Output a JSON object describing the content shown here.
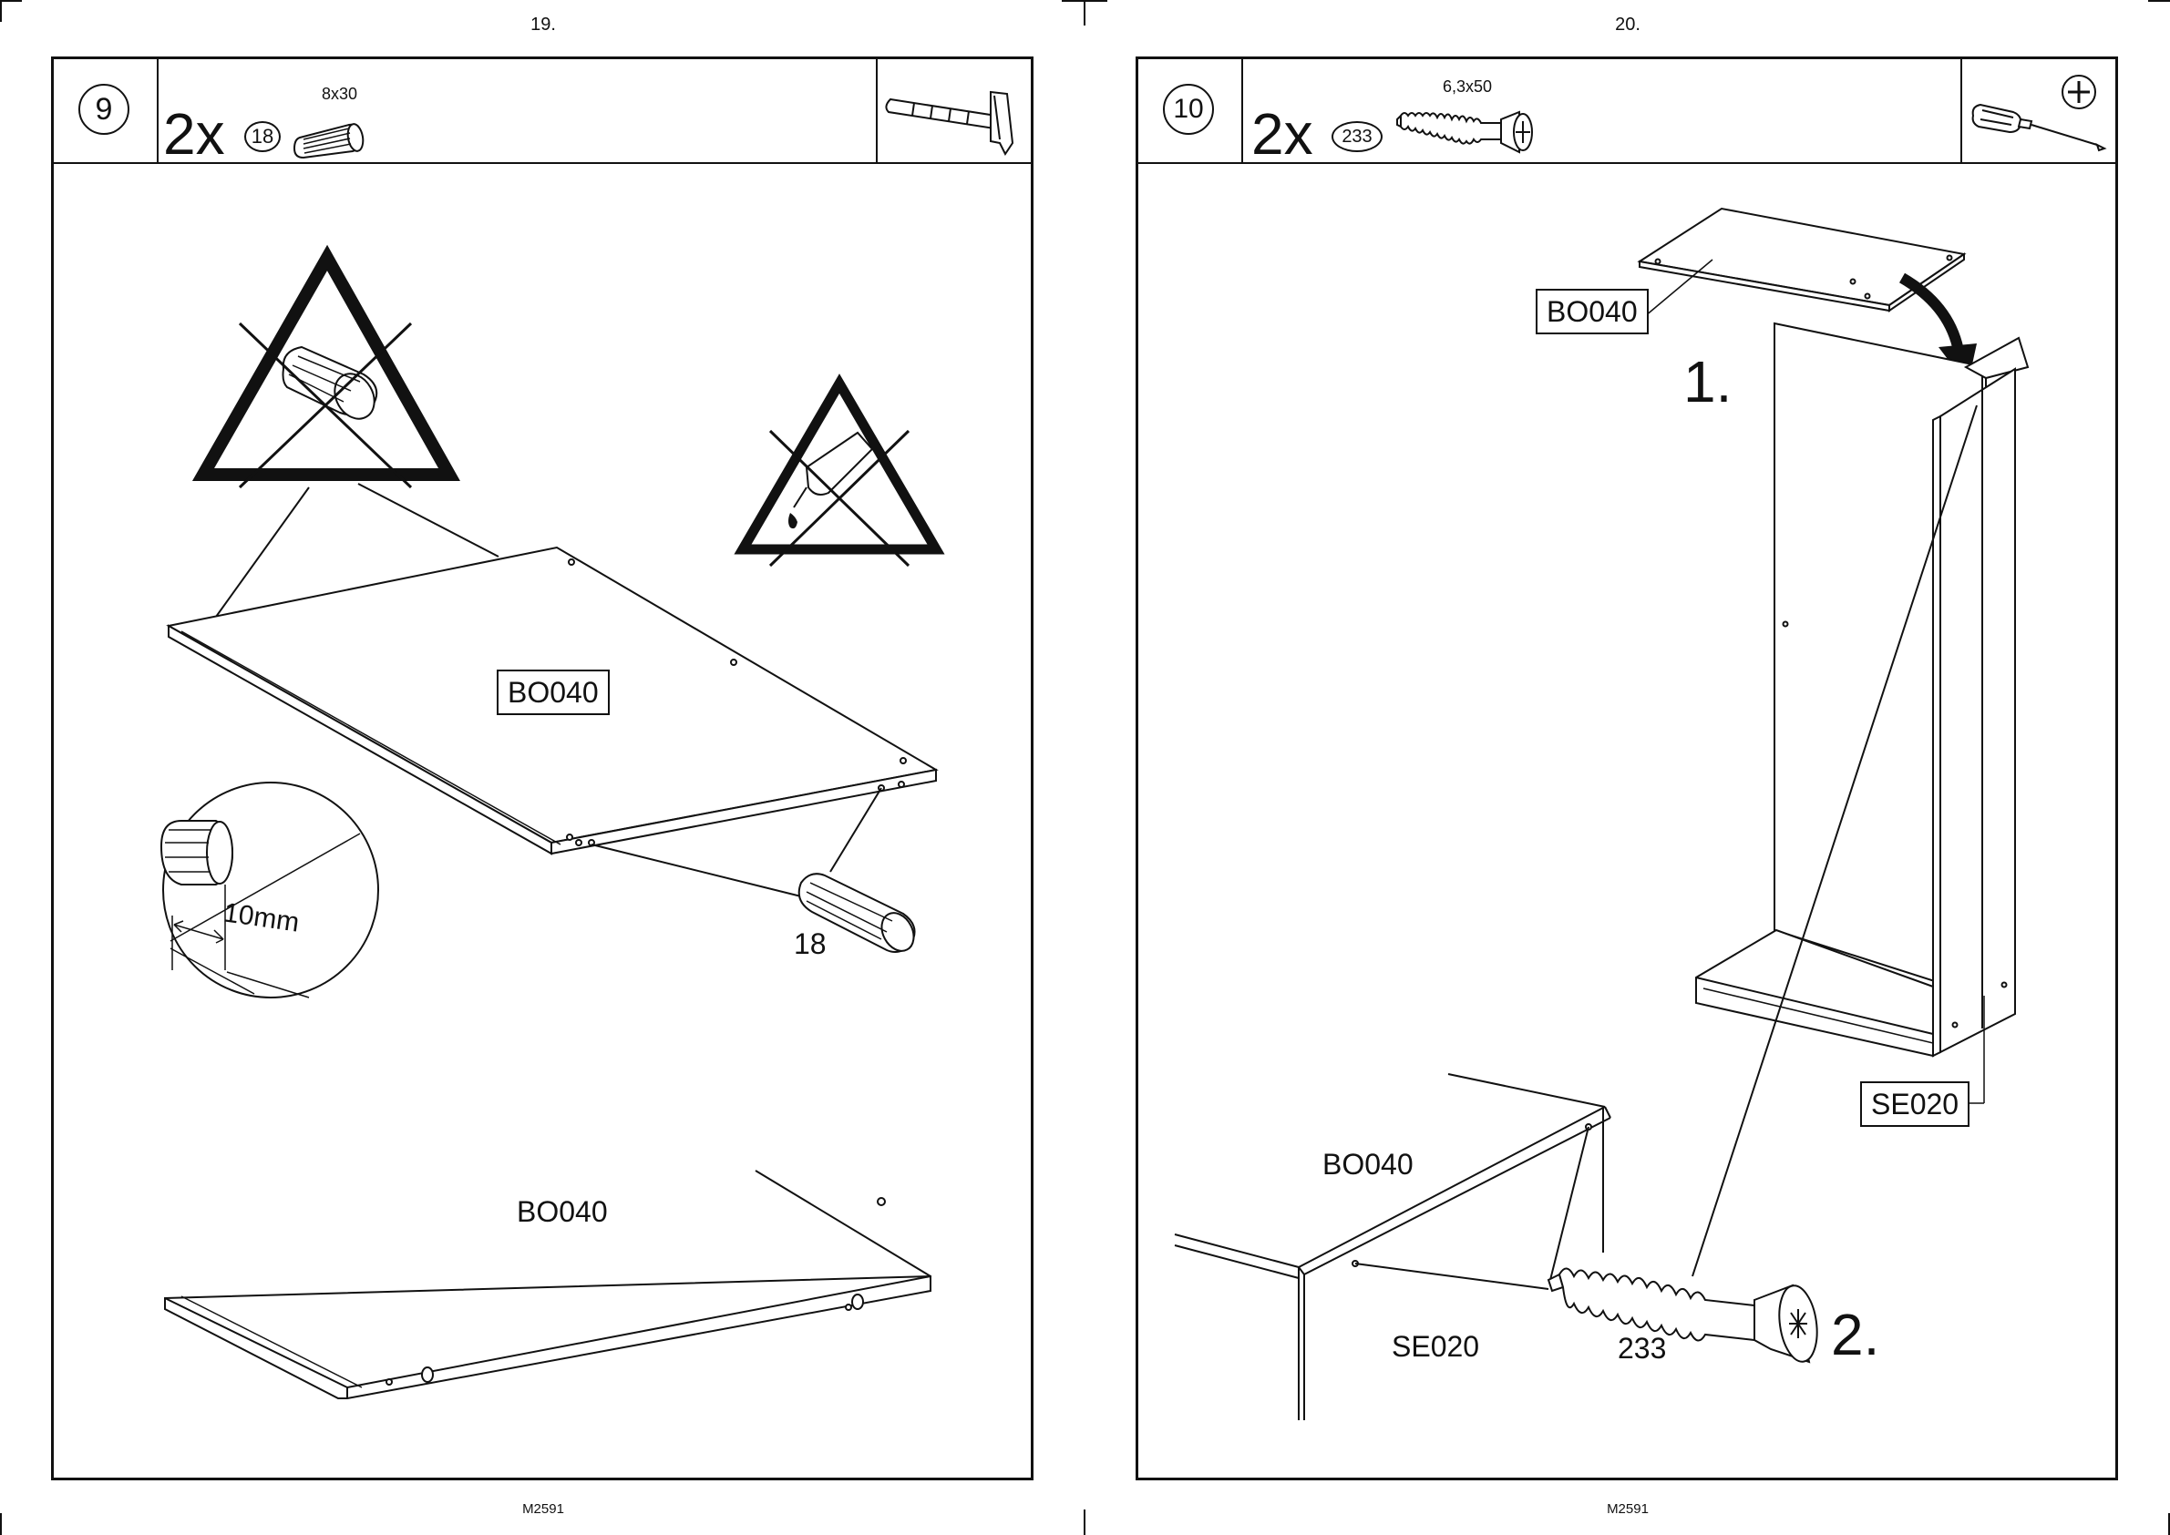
{
  "pages": [
    {
      "page_number": "19.",
      "footer": "M2591",
      "step": "9",
      "quantity": "2x",
      "part_number": "18",
      "part_size": "8x30",
      "tool_icon": "hammer-icon",
      "labels": {
        "board_top": "BO040",
        "board_bottom": "BO040",
        "dowel": "18",
        "measure": "10mm"
      },
      "warnings": [
        "no-dowel-warning-icon",
        "no-glue-warning-icon"
      ]
    },
    {
      "page_number": "20.",
      "footer": "M2591",
      "step": "10",
      "quantity": "2x",
      "part_number": "233",
      "part_size": "6,3x50",
      "tool_icon": "phillips-screwdriver-icon",
      "labels": {
        "top_panel": "BO040",
        "side_panel": "SE020",
        "detail_board": "BO040",
        "detail_side": "SE020",
        "screw": "233",
        "step_one": "1.",
        "step_two": "2."
      }
    }
  ]
}
